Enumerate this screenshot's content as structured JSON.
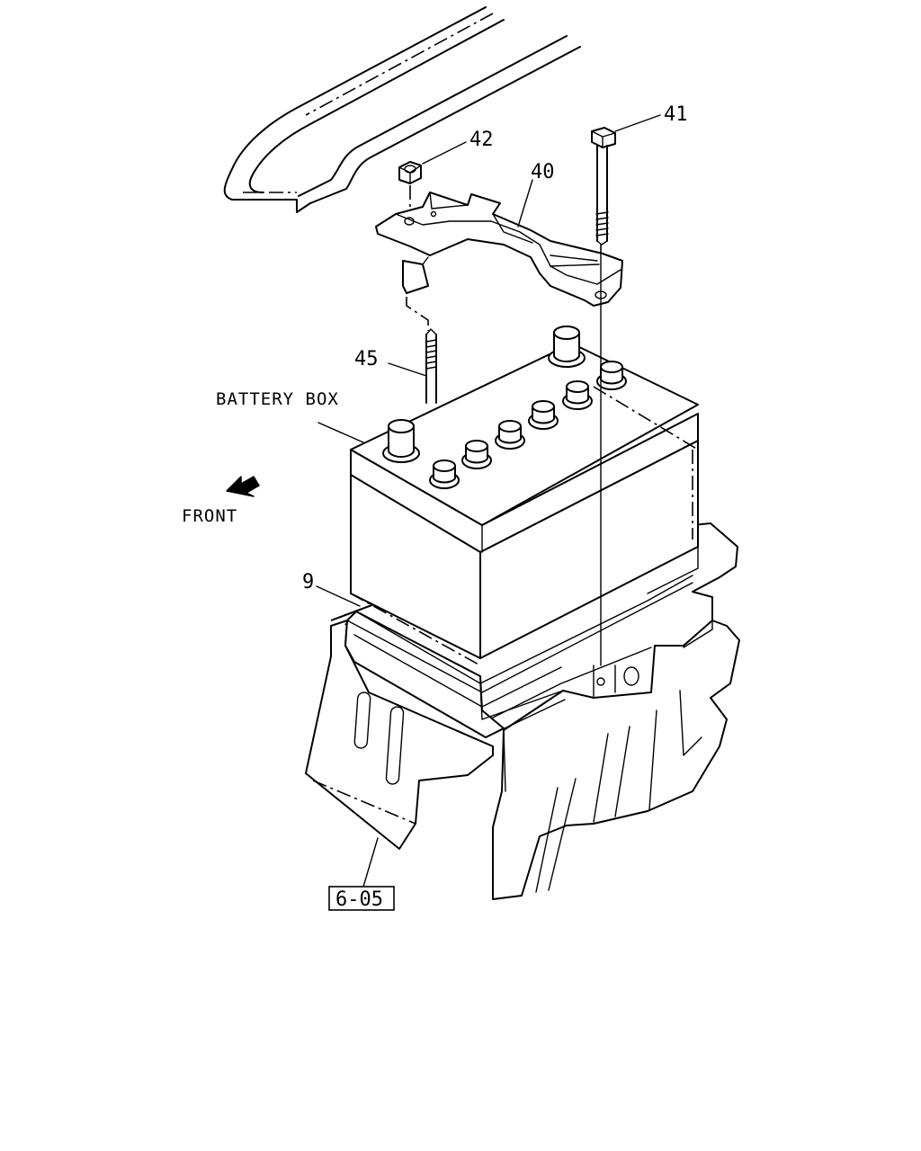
{
  "callouts": {
    "bolt": "41",
    "nut": "42",
    "bracket": "40",
    "stud": "45",
    "tray": "9"
  },
  "labels": {
    "battery_box": "BATTERY BOX",
    "front": "FRONT",
    "reference": "6-05"
  }
}
